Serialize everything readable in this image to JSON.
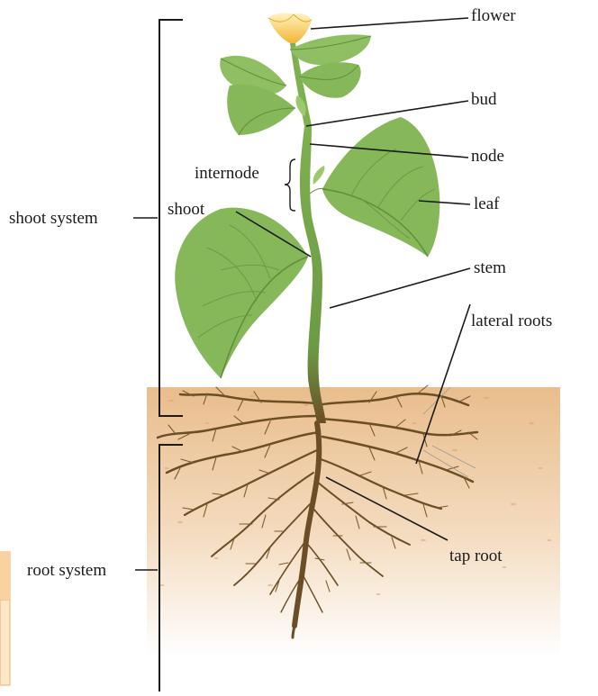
{
  "labels": {
    "flower": "flower",
    "bud": "bud",
    "node": "node",
    "leaf": "leaf",
    "stem": "stem",
    "lateral_roots": "lateral roots",
    "tap_root": "tap root",
    "internode": "internode",
    "shoot": "shoot",
    "shoot_system": "shoot system",
    "root_system": "root system"
  },
  "colors": {
    "soil_top": "#e9bd8c",
    "soil_bottom": "#ffffff",
    "leaf": "#7fb04f",
    "leaf_light": "#a4cd74",
    "stem": "#6b9a45",
    "root": "#6b4e25",
    "flower": "#f6c343",
    "line": "#1a1a1a",
    "table_fill": "#fde7c7",
    "table_border": "#e8b272"
  }
}
